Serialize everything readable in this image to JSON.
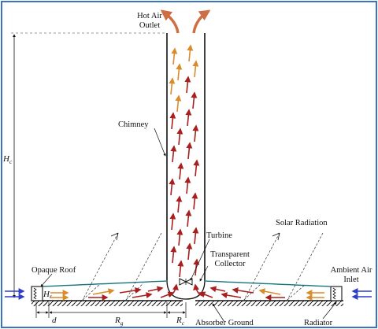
{
  "labels": {
    "hot_air_outlet_line1": "Hot Air",
    "hot_air_outlet_line2": "Outlet",
    "chimney": "Chimney",
    "turbine": "Turbine",
    "solar_radiation": "Solar Radiation",
    "transparent_collector_line1": "Transparent",
    "transparent_collector_line2": "Collector",
    "opaque_roof": "Opaque Roof",
    "ambient_air_inlet_line1": "Ambient Air",
    "ambient_air_inlet_line2": "Inlet",
    "absorber_ground": "Absorber Ground",
    "radiator": "Radiator"
  },
  "symbols": {
    "chimney_height": "H",
    "chimney_height_sub": "c",
    "roof_height": "H",
    "roof_height_sub": "r",
    "spacing": "d",
    "ground_radius": "R",
    "ground_radius_sub": "g",
    "chimney_radius": "R",
    "chimney_radius_sub": "c"
  },
  "colors": {
    "frame": "#3b73c4",
    "hot_arrow": "#a81f1f",
    "warm_arrow": "#d98c2b",
    "outlet_arrow": "#cd6e45",
    "inlet_arrow": "#2d3fc6",
    "collector": "#3aa8b8",
    "structure": "#111111"
  }
}
